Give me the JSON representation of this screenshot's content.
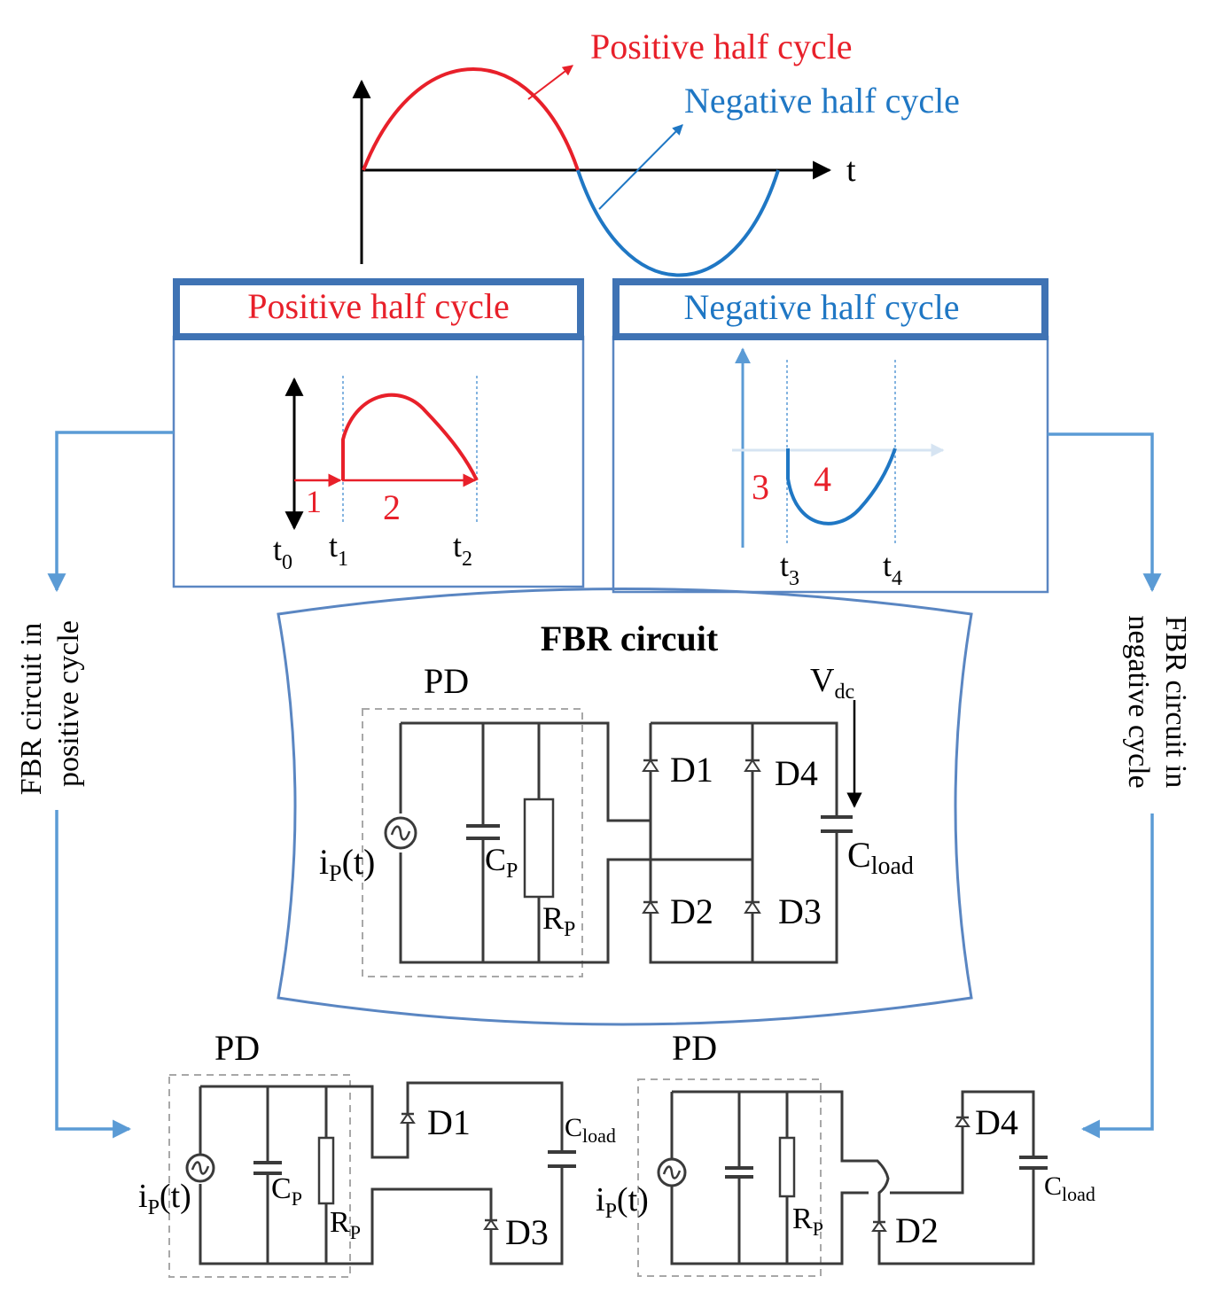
{
  "waveform": {
    "axis_label": "t",
    "positive_callout": "Positive half cycle",
    "negative_callout": "Negative half cycle"
  },
  "panels": {
    "positive": {
      "title": "Positive half cycle",
      "stage_1": "1",
      "stage_2": "2",
      "times": {
        "t0": "t",
        "t0_sub": "0",
        "t1": "t",
        "t1_sub": "1",
        "t2": "t",
        "t2_sub": "2"
      }
    },
    "negative": {
      "title": "Negative half cycle",
      "stage_3": "3",
      "stage_4": "4",
      "times": {
        "t3": "t",
        "t3_sub": "3",
        "t4": "t",
        "t4_sub": "4"
      }
    }
  },
  "side_labels": {
    "left_line1": "FBR circuit in",
    "left_line2": "positive cycle",
    "right_line1": "FBR circuit in",
    "right_line2": "negative cycle"
  },
  "fbr_circuit": {
    "title": "FBR circuit",
    "pd_label": "PD",
    "source_label": "i",
    "source_sub": "P",
    "source_arg": "(t)",
    "cp_label": "C",
    "cp_sub": "P",
    "rp_label": "R",
    "rp_sub": "P",
    "vdc_label": "V",
    "vdc_sub": "dc",
    "cload_label": "C",
    "cload_sub": "load",
    "d1": "D1",
    "d2": "D2",
    "d3": "D3",
    "d4": "D4"
  },
  "positive_circuit": {
    "pd_label": "PD",
    "source_label": "i",
    "source_sub": "P",
    "source_arg": "(t)",
    "cp_label": "C",
    "cp_sub": "P",
    "rp_label": "R",
    "rp_sub": "P",
    "cload_label": "C",
    "cload_sub": "load",
    "d1": "D1",
    "d3": "D3"
  },
  "negative_circuit": {
    "pd_label": "PD",
    "source_label": "i",
    "source_sub": "P",
    "source_arg": "(t)",
    "rp_label": "R",
    "rp_sub": "P",
    "cload_label": "C",
    "cload_sub": "load",
    "d2": "D2",
    "d4": "D4"
  },
  "colors": {
    "positive": "#e8202a",
    "negative": "#1f77c4",
    "frame": "#3f73b4",
    "flow_arrow": "#5b9bd5",
    "wire": "#3a3a3a"
  }
}
